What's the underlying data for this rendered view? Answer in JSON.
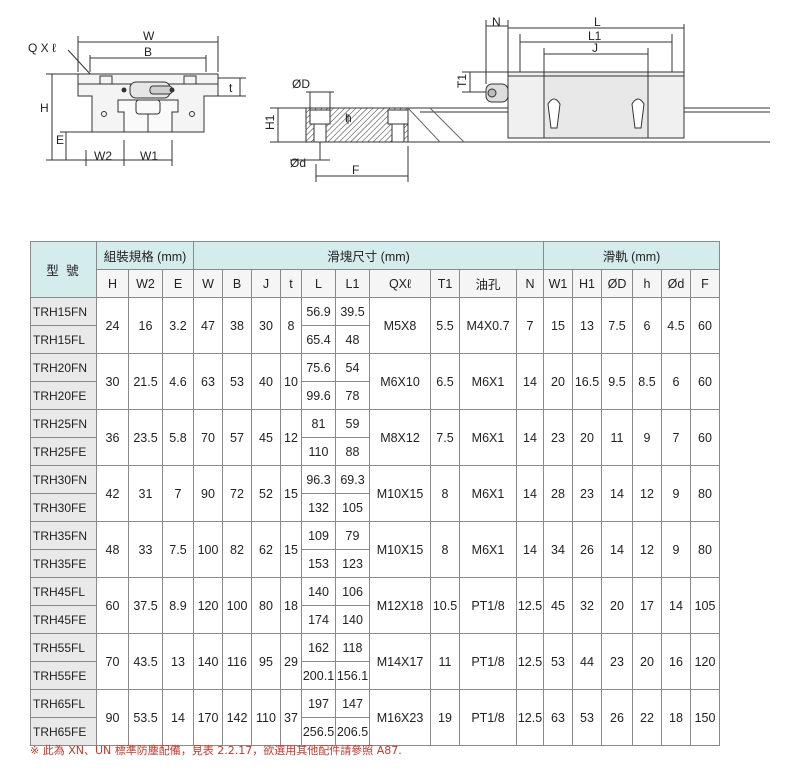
{
  "drawing": {
    "labels": {
      "QXl": "Q X ℓ",
      "W": "W",
      "B": "B",
      "t": "t",
      "H": "H",
      "E": "E",
      "W2": "W2",
      "W1": "W1",
      "OD": "ØD",
      "H1": "H1",
      "h": "h",
      "Od": "Ød",
      "F": "F",
      "N": "N",
      "L": "L",
      "L1": "L1",
      "J": "J",
      "T1": "T1"
    }
  },
  "table": {
    "header": {
      "model": "型 號",
      "group_assembly": "組裝規格 (mm)",
      "group_block": "滑塊尺寸 (mm)",
      "group_rail": "滑軌 (mm)",
      "columns": [
        "H",
        "W2",
        "E",
        "W",
        "B",
        "J",
        "t",
        "L",
        "L1",
        "QXℓ",
        "T1",
        "油孔",
        "N",
        "W1",
        "H1",
        "ØD",
        "h",
        "Ød",
        "F"
      ]
    },
    "rows": [
      {
        "models": [
          "TRH15FN",
          "TRH15FL"
        ],
        "H": "24",
        "W2": "16",
        "E": "3.2",
        "W": "47",
        "B": "38",
        "J": "30",
        "t": "8",
        "L": [
          "56.9",
          "65.4"
        ],
        "L1": [
          "39.5",
          "48"
        ],
        "QXl": "M5X8",
        "T1": "5.5",
        "oil": "M4X0.7",
        "N": "7",
        "W1": "15",
        "H1": "13",
        "OD": "7.5",
        "h": "6",
        "Od": "4.5",
        "F": "60"
      },
      {
        "models": [
          "TRH20FN",
          "TRH20FE"
        ],
        "H": "30",
        "W2": "21.5",
        "E": "4.6",
        "W": "63",
        "B": "53",
        "J": "40",
        "t": "10",
        "L": [
          "75.6",
          "99.6"
        ],
        "L1": [
          "54",
          "78"
        ],
        "QXl": "M6X10",
        "T1": "6.5",
        "oil": "M6X1",
        "N": "14",
        "W1": "20",
        "H1": "16.5",
        "OD": "9.5",
        "h": "8.5",
        "Od": "6",
        "F": "60"
      },
      {
        "models": [
          "TRH25FN",
          "TRH25FE"
        ],
        "H": "36",
        "W2": "23.5",
        "E": "5.8",
        "W": "70",
        "B": "57",
        "J": "45",
        "t": "12",
        "L": [
          "81",
          "110"
        ],
        "L1": [
          "59",
          "88"
        ],
        "QXl": "M8X12",
        "T1": "7.5",
        "oil": "M6X1",
        "N": "14",
        "W1": "23",
        "H1": "20",
        "OD": "11",
        "h": "9",
        "Od": "7",
        "F": "60"
      },
      {
        "models": [
          "TRH30FN",
          "TRH30FE"
        ],
        "H": "42",
        "W2": "31",
        "E": "7",
        "W": "90",
        "B": "72",
        "J": "52",
        "t": "15",
        "L": [
          "96.3",
          "132"
        ],
        "L1": [
          "69.3",
          "105"
        ],
        "QXl": "M10X15",
        "T1": "8",
        "oil": "M6X1",
        "N": "14",
        "W1": "28",
        "H1": "23",
        "OD": "14",
        "h": "12",
        "Od": "9",
        "F": "80"
      },
      {
        "models": [
          "TRH35FN",
          "TRH35FE"
        ],
        "H": "48",
        "W2": "33",
        "E": "7.5",
        "W": "100",
        "B": "82",
        "J": "62",
        "t": "15",
        "L": [
          "109",
          "153"
        ],
        "L1": [
          "79",
          "123"
        ],
        "QXl": "M10X15",
        "T1": "8",
        "oil": "M6X1",
        "N": "14",
        "W1": "34",
        "H1": "26",
        "OD": "14",
        "h": "12",
        "Od": "9",
        "F": "80"
      },
      {
        "models": [
          "TRH45FL",
          "TRH45FE"
        ],
        "H": "60",
        "W2": "37.5",
        "E": "8.9",
        "W": "120",
        "B": "100",
        "J": "80",
        "t": "18",
        "L": [
          "140",
          "174"
        ],
        "L1": [
          "106",
          "140"
        ],
        "QXl": "M12X18",
        "T1": "10.5",
        "oil": "PT1/8",
        "N": "12.5",
        "W1": "45",
        "H1": "32",
        "OD": "20",
        "h": "17",
        "Od": "14",
        "F": "105"
      },
      {
        "models": [
          "TRH55FL",
          "TRH55FE"
        ],
        "H": "70",
        "W2": "43.5",
        "E": "13",
        "W": "140",
        "B": "116",
        "J": "95",
        "t": "29",
        "L": [
          "162",
          "200.1"
        ],
        "L1": [
          "118",
          "156.1"
        ],
        "QXl": "M14X17",
        "T1": "11",
        "oil": "PT1/8",
        "N": "12.5",
        "W1": "53",
        "H1": "44",
        "OD": "23",
        "h": "20",
        "Od": "16",
        "F": "120"
      },
      {
        "models": [
          "TRH65FL",
          "TRH65FE"
        ],
        "H": "90",
        "W2": "53.5",
        "E": "14",
        "W": "170",
        "B": "142",
        "J": "110",
        "t": "37",
        "L": [
          "197",
          "256.5"
        ],
        "L1": [
          "147",
          "206.5"
        ],
        "QXl": "M16X23",
        "T1": "19",
        "oil": "PT1/8",
        "N": "12.5",
        "W1": "63",
        "H1": "53",
        "OD": "26",
        "h": "22",
        "Od": "18",
        "F": "150"
      }
    ]
  },
  "footnote": "※ 此為 XN、UN 標準防塵配備，見表 2.2.17，欲選用其他配件請參照 A87."
}
